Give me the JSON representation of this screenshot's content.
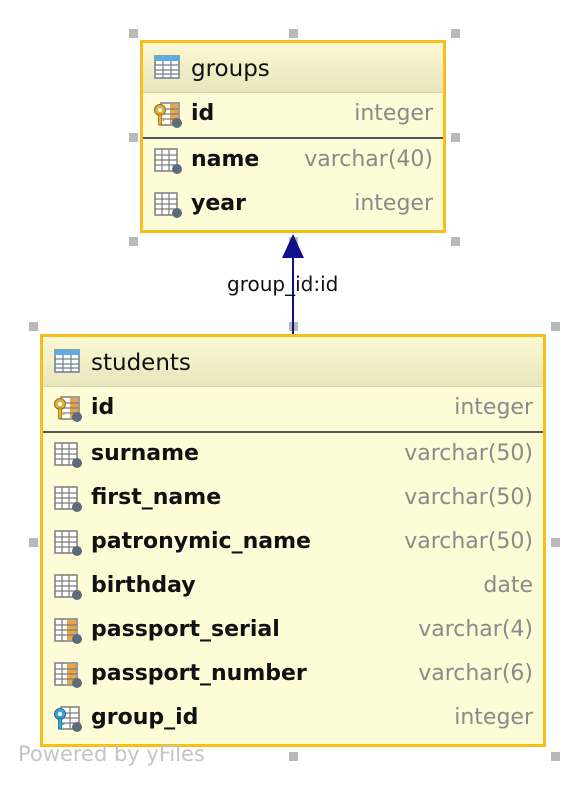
{
  "diagram": {
    "tables": [
      {
        "name": "groups",
        "columns": [
          {
            "name": "id",
            "type": "integer",
            "icon": "primary-key-column-icon"
          },
          {
            "name": "name",
            "type": "varchar(40)",
            "icon": "column-icon"
          },
          {
            "name": "year",
            "type": "integer",
            "icon": "column-icon"
          }
        ]
      },
      {
        "name": "students",
        "columns": [
          {
            "name": "id",
            "type": "integer",
            "icon": "primary-key-column-icon"
          },
          {
            "name": "surname",
            "type": "varchar(50)",
            "icon": "column-icon"
          },
          {
            "name": "first_name",
            "type": "varchar(50)",
            "icon": "column-icon"
          },
          {
            "name": "patronymic_name",
            "type": "varchar(50)",
            "icon": "column-icon"
          },
          {
            "name": "birthday",
            "type": "date",
            "icon": "column-icon"
          },
          {
            "name": "passport_serial",
            "type": "varchar(4)",
            "icon": "indexed-column-icon"
          },
          {
            "name": "passport_number",
            "type": "varchar(6)",
            "icon": "indexed-column-icon"
          },
          {
            "name": "group_id",
            "type": "integer",
            "icon": "foreign-key-column-icon"
          }
        ]
      }
    ],
    "relation": {
      "label": "group_id:id",
      "from": "students",
      "to": "groups"
    },
    "watermark": "Powered by yFiles",
    "colors": {
      "border": "#f6c019",
      "body": "#fefbd7",
      "arrow": "#10108a"
    }
  }
}
